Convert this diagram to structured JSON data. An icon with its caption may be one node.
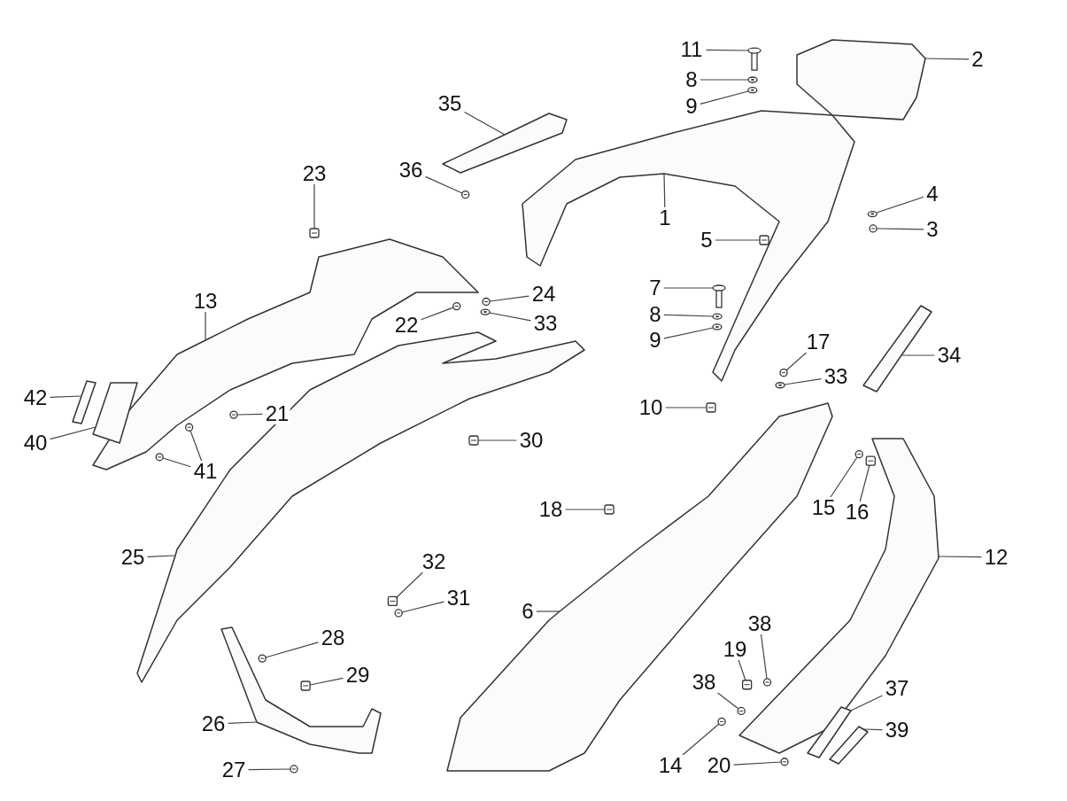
{
  "diagram": {
    "nodes": [
      {
        "text": [
          "11"
        ]
      },
      {
        "text": [],
        "shape": "picture"
      },
      {
        "text": [
          "2"
        ]
      },
      {
        "text": [],
        "shape": "picture"
      },
      {
        "text": [
          "8"
        ]
      },
      {
        "text": [],
        "shape": "picture"
      },
      {
        "text": [
          "35"
        ]
      },
      {
        "text": [],
        "shape": "picture"
      },
      {
        "text": [
          "9"
        ]
      },
      {
        "text": [],
        "shape": "picture"
      },
      {
        "text": [
          "36"
        ]
      },
      {
        "text": [],
        "shape": "picture"
      },
      {
        "text": [
          "23"
        ]
      },
      {
        "text": [],
        "shape": "picture"
      },
      {
        "text": [
          "1"
        ]
      },
      {
        "text": [],
        "shape": "picture"
      },
      {
        "text": [
          "4"
        ]
      },
      {
        "text": [],
        "shape": "picture"
      },
      {
        "text": [
          "5"
        ]
      },
      {
        "text": [],
        "shape": "picture"
      },
      {
        "text": [
          "3"
        ]
      },
      {
        "text": [],
        "shape": "picture"
      },
      {
        "text": [
          "13"
        ]
      },
      {
        "text": [],
        "shape": "picture"
      },
      {
        "text": [
          "24"
        ]
      },
      {
        "text": [],
        "shape": "picture"
      },
      {
        "text": [
          "22"
        ]
      },
      {
        "text": [],
        "shape": "picture"
      },
      {
        "text": [
          "33"
        ]
      },
      {
        "text": [],
        "shape": "picture"
      },
      {
        "text": [
          "7"
        ]
      },
      {
        "text": [],
        "shape": "picture"
      },
      {
        "text": [
          "8"
        ]
      },
      {
        "text": [],
        "shape": "picture"
      },
      {
        "text": [
          "9"
        ]
      },
      {
        "text": [],
        "shape": "picture"
      },
      {
        "text": [
          "17"
        ]
      },
      {
        "text": [],
        "shape": "picture"
      },
      {
        "text": [
          "33"
        ]
      },
      {
        "text": [],
        "shape": "picture"
      },
      {
        "text": [
          "34"
        ]
      },
      {
        "text": [],
        "shape": "picture"
      },
      {
        "text": [
          "42"
        ]
      },
      {
        "text": [],
        "shape": "picture"
      },
      {
        "text": [
          "21"
        ]
      },
      {
        "text": [],
        "shape": "picture"
      },
      {
        "text": [
          "10"
        ]
      },
      {
        "text": [],
        "shape": "picture"
      },
      {
        "text": [
          "40"
        ]
      },
      {
        "text": [],
        "shape": "picture"
      },
      {
        "text": [
          "30"
        ]
      },
      {
        "text": [],
        "shape": "picture"
      },
      {
        "text": [
          "41"
        ]
      },
      {
        "text": [],
        "shape": "picture"
      },
      {
        "text": [],
        "shape": "picture"
      },
      {
        "text": [
          "15"
        ]
      },
      {
        "text": [],
        "shape": "picture"
      },
      {
        "text": [
          "16"
        ]
      },
      {
        "text": [],
        "shape": "picture"
      },
      {
        "text": [
          "18"
        ]
      },
      {
        "text": [],
        "shape": "picture"
      },
      {
        "text": [
          "25"
        ]
      },
      {
        "text": [],
        "shape": "picture"
      },
      {
        "text": [
          "32"
        ]
      },
      {
        "text": [],
        "shape": "picture"
      },
      {
        "text": [
          "12"
        ]
      },
      {
        "text": [],
        "shape": "picture"
      },
      {
        "text": [
          "31"
        ]
      },
      {
        "text": [],
        "shape": "picture"
      },
      {
        "text": [
          "6"
        ]
      },
      {
        "text": [],
        "shape": "picture"
      },
      {
        "text": [
          "28"
        ]
      },
      {
        "text": [],
        "shape": "picture"
      },
      {
        "text": [
          "38"
        ]
      },
      {
        "text": [],
        "shape": "picture"
      },
      {
        "text": [
          "19"
        ]
      },
      {
        "text": [],
        "shape": "picture"
      },
      {
        "text": [
          "29"
        ]
      },
      {
        "text": [],
        "shape": "picture"
      },
      {
        "text": [
          "37"
        ]
      },
      {
        "text": [],
        "shape": "picture"
      },
      {
        "text": [
          "38"
        ]
      },
      {
        "text": [],
        "shape": "picture"
      },
      {
        "text": [
          "26"
        ]
      },
      {
        "text": [],
        "shape": "picture"
      },
      {
        "text": [
          "39"
        ]
      },
      {
        "text": [],
        "shape": "picture"
      },
      {
        "text": [
          "14"
        ]
      },
      {
        "text": [],
        "shape": "picture"
      },
      {
        "text": [
          "20"
        ]
      },
      {
        "text": [],
        "shape": "picture"
      },
      {
        "text": [
          "27"
        ]
      },
      {
        "text": [],
        "shape": "picture"
      }
    ],
    "edges": [
      {
        "from": 0,
        "to": 1,
        "arrow": "none"
      },
      {
        "from": 2,
        "to": 3,
        "arrow": "none"
      },
      {
        "from": 4,
        "to": 5,
        "arrow": "none"
      },
      {
        "from": 6,
        "to": 7,
        "arrow": "none"
      },
      {
        "from": 8,
        "to": 9,
        "arrow": "none"
      },
      {
        "from": 10,
        "to": 11,
        "arrow": "none"
      },
      {
        "from": 12,
        "to": 13,
        "arrow": "none"
      },
      {
        "from": 14,
        "to": 15,
        "arrow": "none"
      },
      {
        "from": 16,
        "to": 17,
        "arrow": "none"
      },
      {
        "from": 18,
        "to": 19,
        "arrow": "none"
      },
      {
        "from": 20,
        "to": 21,
        "arrow": "none"
      },
      {
        "from": 22,
        "to": 23,
        "arrow": "none"
      },
      {
        "from": 24,
        "to": 25,
        "arrow": "none"
      },
      {
        "from": 26,
        "to": 27,
        "arrow": "none"
      },
      {
        "from": 28,
        "to": 29,
        "arrow": "none"
      },
      {
        "from": 30,
        "to": 31,
        "arrow": "none"
      },
      {
        "from": 32,
        "to": 33,
        "arrow": "none"
      },
      {
        "from": 34,
        "to": 35,
        "arrow": "none"
      },
      {
        "from": 36,
        "to": 37,
        "arrow": "none"
      },
      {
        "from": 38,
        "to": 39,
        "arrow": "none"
      },
      {
        "from": 40,
        "to": 41,
        "arrow": "none"
      },
      {
        "from": 42,
        "to": 43,
        "arrow": "none"
      },
      {
        "from": 44,
        "to": 45,
        "arrow": "none"
      },
      {
        "from": 46,
        "to": 47,
        "arrow": "none"
      },
      {
        "from": 48,
        "to": 49,
        "arrow": "none"
      },
      {
        "from": 50,
        "to": 51,
        "arrow": "none"
      },
      {
        "from": 52,
        "to": 53,
        "arrow": "none"
      },
      {
        "from": 52,
        "to": 54,
        "arrow": "none"
      },
      {
        "from": 55,
        "to": 56,
        "arrow": "none"
      },
      {
        "from": 57,
        "to": 58,
        "arrow": "none"
      },
      {
        "from": 59,
        "to": 60,
        "arrow": "none"
      },
      {
        "from": 61,
        "to": 62,
        "arrow": "none"
      },
      {
        "from": 63,
        "to": 64,
        "arrow": "none"
      },
      {
        "from": 65,
        "to": 66,
        "arrow": "none"
      },
      {
        "from": 67,
        "to": 68,
        "arrow": "none"
      },
      {
        "from": 69,
        "to": 70,
        "arrow": "none"
      },
      {
        "from": 71,
        "to": 72,
        "arrow": "none"
      },
      {
        "from": 73,
        "to": 74,
        "arrow": "none"
      },
      {
        "from": 75,
        "to": 76,
        "arrow": "none"
      },
      {
        "from": 77,
        "to": 78,
        "arrow": "none"
      },
      {
        "from": 79,
        "to": 80,
        "arrow": "none"
      },
      {
        "from": 81,
        "to": 82,
        "arrow": "none"
      },
      {
        "from": 83,
        "to": 84,
        "arrow": "none"
      },
      {
        "from": 85,
        "to": 86,
        "arrow": "none"
      },
      {
        "from": 87,
        "to": 88,
        "arrow": "none"
      },
      {
        "from": 89,
        "to": 90,
        "arrow": "none"
      },
      {
        "from": 91,
        "to": 92,
        "arrow": "none"
      }
    ]
  }
}
